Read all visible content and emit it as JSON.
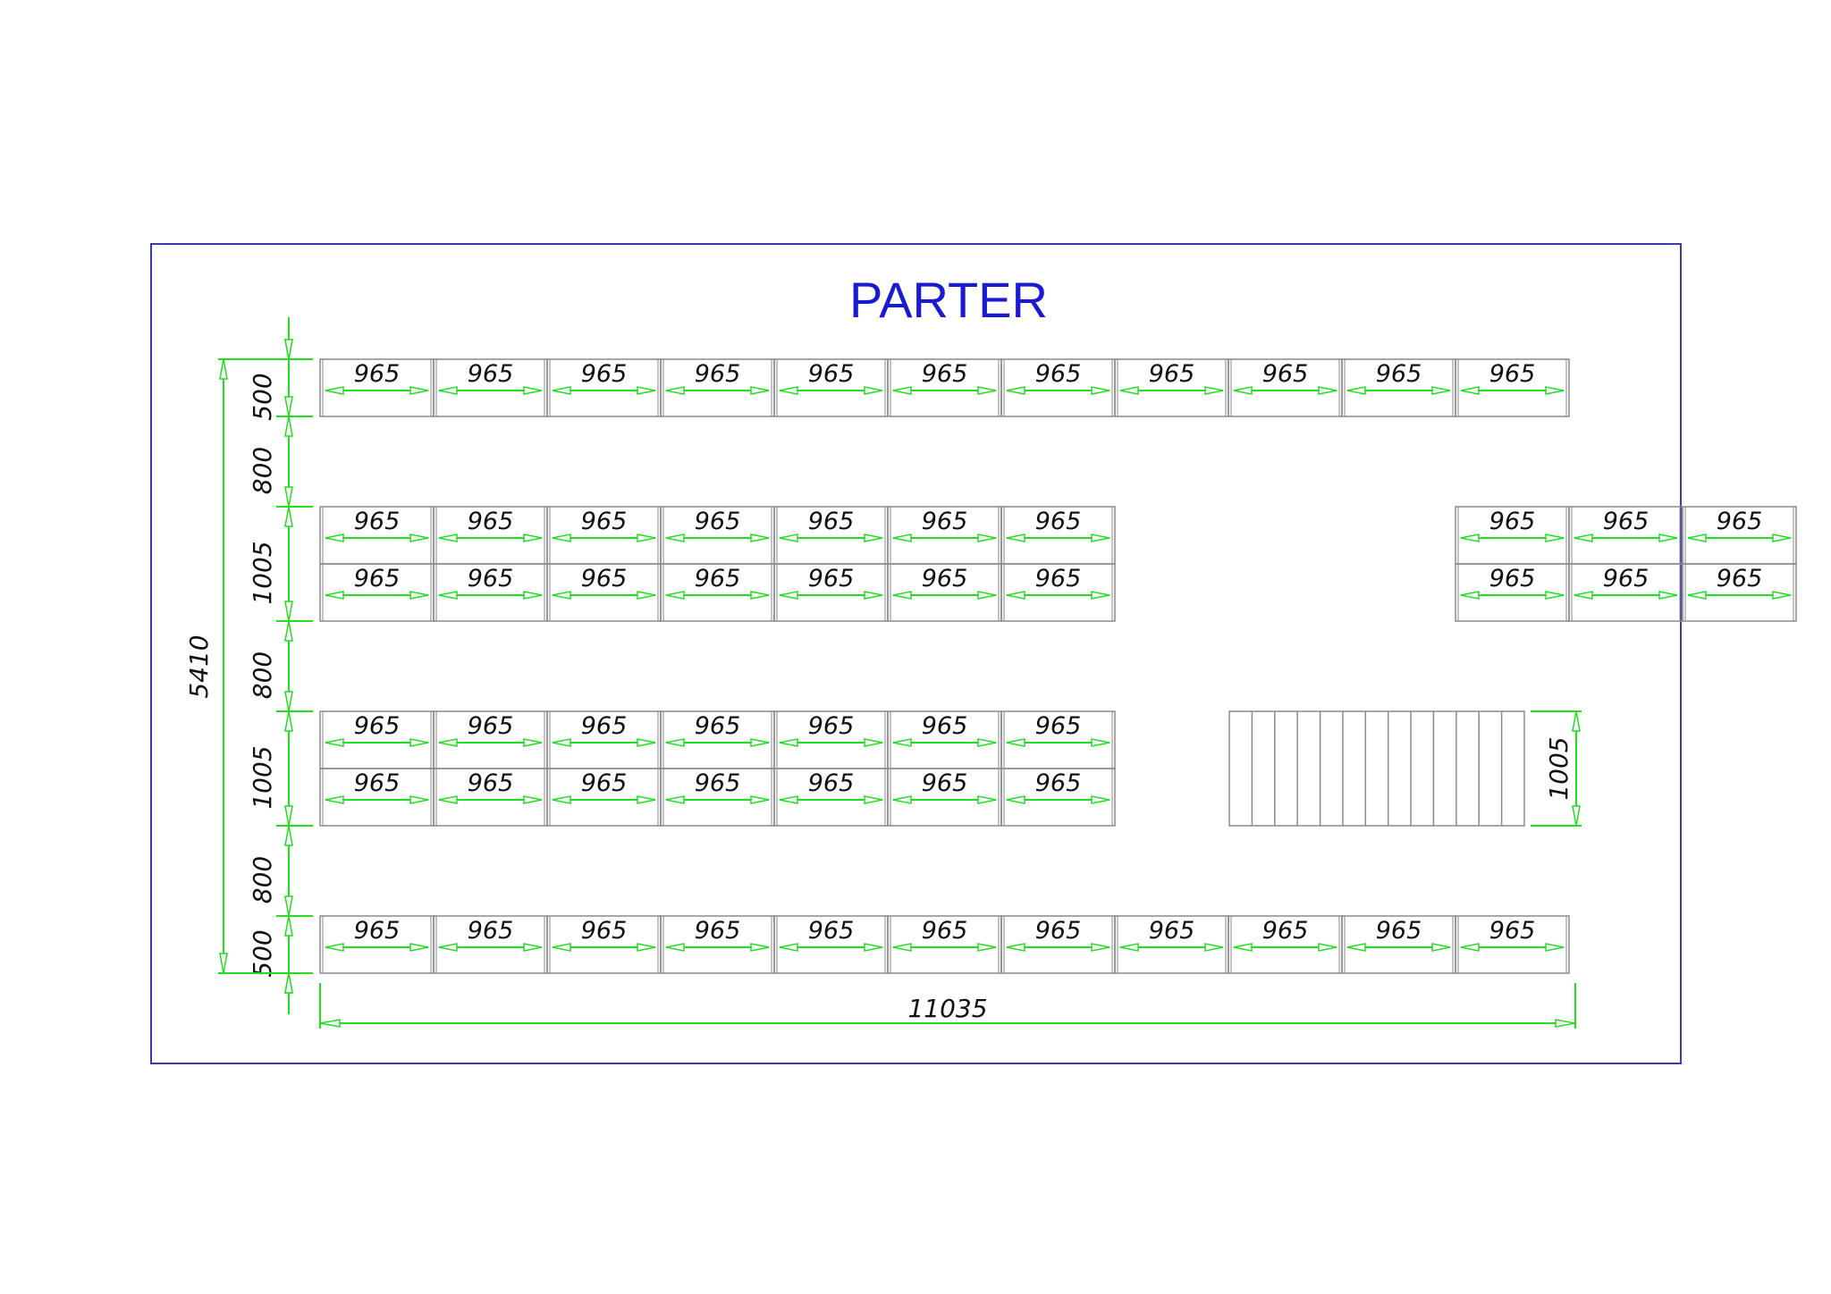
{
  "title": "PARTER",
  "bay_label": "965",
  "vertical_dims": [
    "500",
    "800",
    "1005",
    "800",
    "1005",
    "800",
    "500"
  ],
  "total_height_label": "5410",
  "total_width_label": "11035",
  "pallet_depth_label": "1005",
  "rows": [
    {
      "levels": 1,
      "groups": [
        11
      ]
    },
    {
      "levels": 2,
      "groups": [
        7,
        3
      ]
    },
    {
      "levels": 2,
      "groups": [
        7
      ]
    },
    {
      "levels": 1,
      "groups": [
        11
      ]
    }
  ],
  "pallet_stack_count": 13,
  "colors": {
    "frame": "#3b3bb0",
    "title": "#1a1ad0",
    "dimension": "#22dd22",
    "rack": "#8a8a8a",
    "text": "#111111"
  }
}
